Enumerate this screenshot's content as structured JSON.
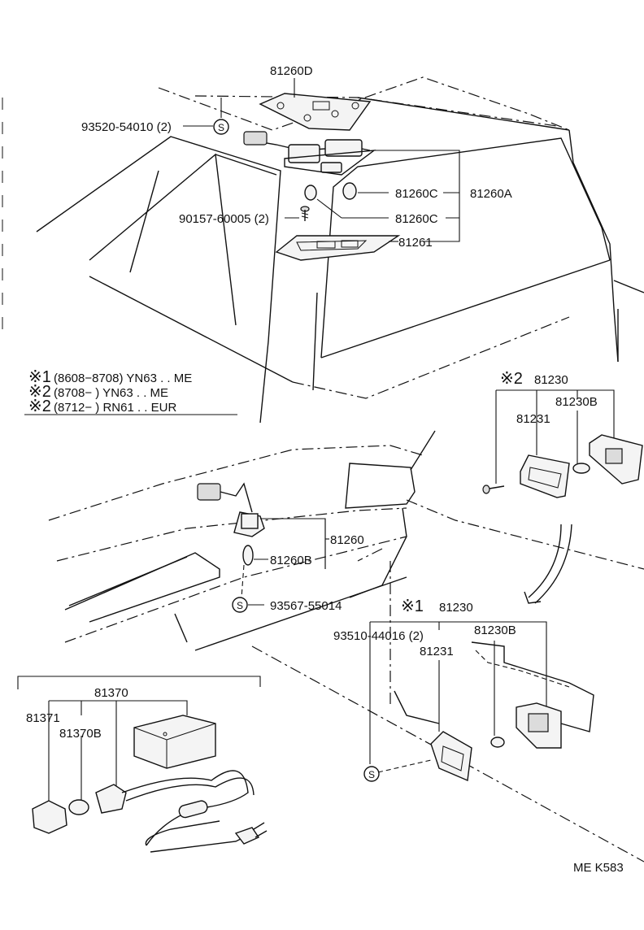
{
  "callouts": {
    "p81260D": "81260D",
    "p93520": "93520-54010 (2)",
    "p81260C_1": "81260C",
    "p81260A": "81260A",
    "p90157": "90157-60005 (2)",
    "p81260C_2": "81260C",
    "p81261": "81261",
    "p81230_top": "81230",
    "p81230B_top": "81230B",
    "p81231_top": "81231",
    "p81260": "81260",
    "p81260B": "81260B",
    "p93567": "93567-55014",
    "p81230_bot": "81230",
    "p93510": "93510-44016 (2)",
    "p81231_bot": "81231",
    "p81230B_bot": "81230B",
    "p81370": "81370",
    "p81371": "81371",
    "p81370B": "81370B"
  },
  "legend": [
    {
      "mark": "※1",
      "text": "(8608−8708) YN63 . . ME"
    },
    {
      "mark": "※2",
      "text": "(8708−        ) YN63 . . ME"
    },
    {
      "mark": "※2",
      "text": "(8712−        ) RN61 . . EUR"
    }
  ],
  "marks": {
    "top_group": "※2",
    "bottom_group": "※1",
    "screw": "S"
  },
  "figure_code": "ME K583"
}
